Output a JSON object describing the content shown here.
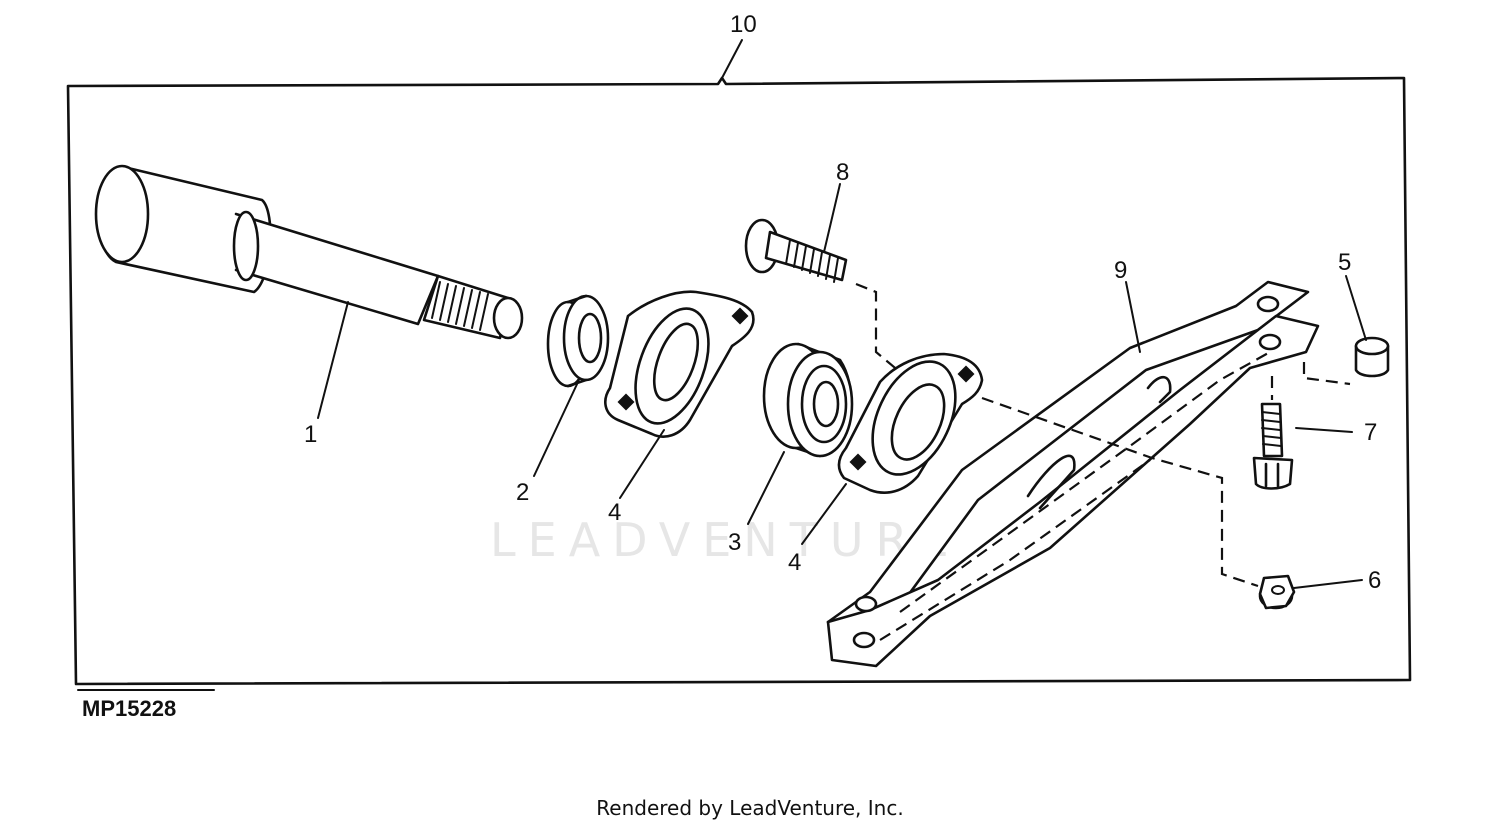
{
  "diagram": {
    "assembly_callout": "10",
    "figure_id": "MP15228",
    "watermark": "LEADVENTURE",
    "callouts": [
      "1",
      "2",
      "3",
      "4",
      "4",
      "5",
      "6",
      "7",
      "8",
      "9"
    ],
    "parts": [
      {
        "callout": "1",
        "icon": "splined-shaft-icon"
      },
      {
        "callout": "2",
        "icon": "locking-collar-icon"
      },
      {
        "callout": "3",
        "icon": "ball-bearing-icon"
      },
      {
        "callout": "4",
        "icon": "flange-bearing-housing-icon"
      },
      {
        "callout": "5",
        "icon": "bushing-icon"
      },
      {
        "callout": "6",
        "icon": "flange-nut-icon"
      },
      {
        "callout": "7",
        "icon": "bolt-icon"
      },
      {
        "callout": "8",
        "icon": "carriage-bolt-icon"
      },
      {
        "callout": "9",
        "icon": "support-bracket-icon"
      }
    ]
  },
  "footer": {
    "text": "Rendered by LeadVenture, Inc."
  }
}
